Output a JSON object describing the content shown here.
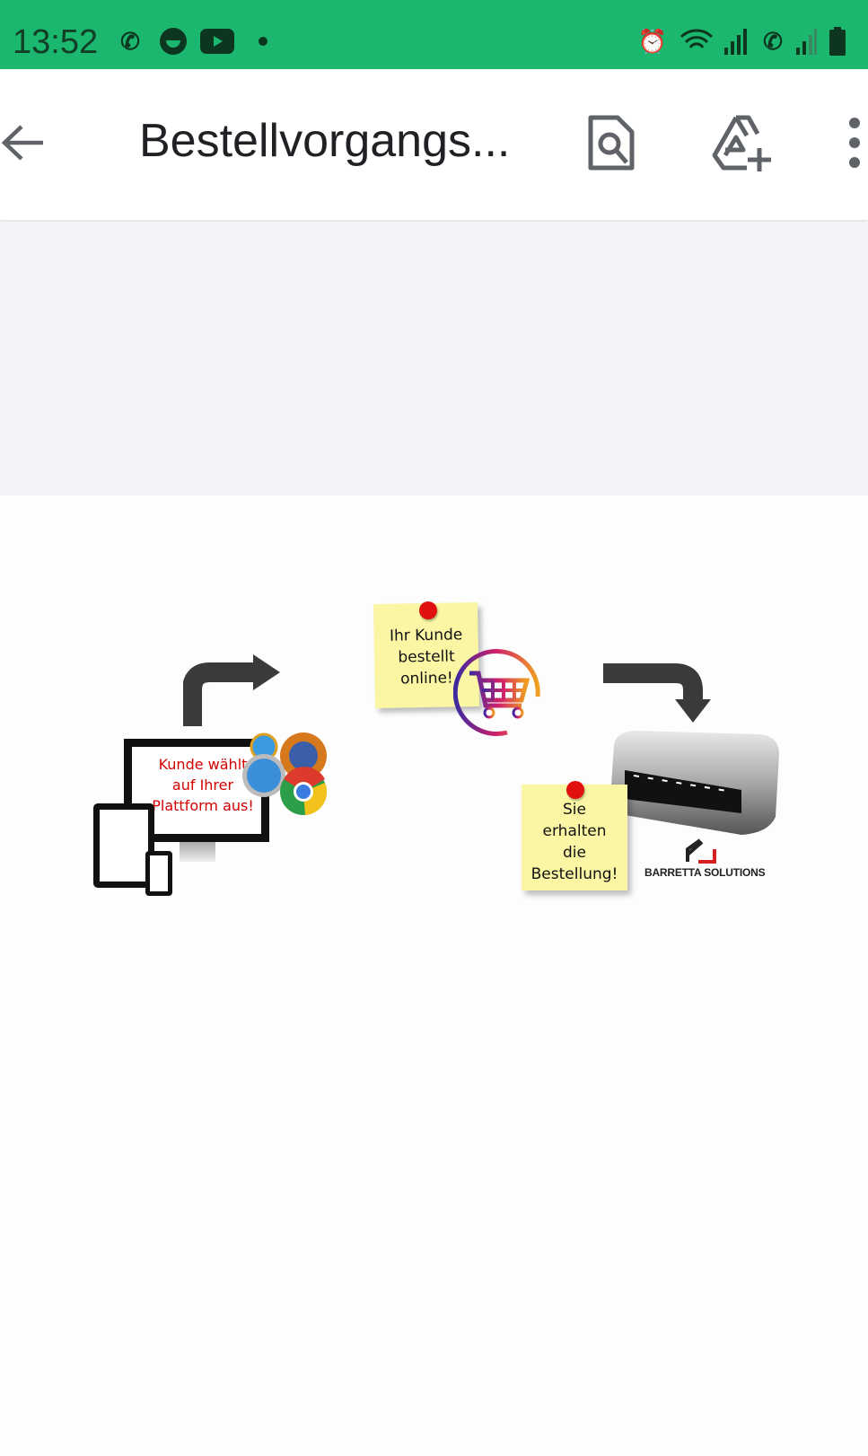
{
  "status_bar": {
    "time": "13:52",
    "icons": [
      "call-sim1-icon",
      "messenger-icon",
      "youtube-icon",
      "dot-icon",
      "alarm-icon",
      "wifi-icon",
      "signal-icon",
      "wifi-call-sim2-icon",
      "signal-icon",
      "battery-icon"
    ]
  },
  "toolbar": {
    "title": "Bestellvorgangs...",
    "back_icon": "arrow-back-icon",
    "actions": [
      "find-in-document-icon",
      "add-to-drive-icon",
      "more-vert-icon"
    ]
  },
  "document": {
    "step1_text": [
      "Kunde wählt",
      "auf Ihrer",
      "Plattform aus!"
    ],
    "step2_text": [
      "Ihr Kunde",
      "bestellt",
      "online!"
    ],
    "step3_text": [
      "Sie",
      "erhalten",
      "die",
      "Bestellung!"
    ],
    "logo_text": "BARRETTA SOLUTIONS",
    "colors": {
      "step1_text": "#d40000",
      "arrow": "#3a3a3a",
      "sticky": "#fbf6a4"
    }
  }
}
